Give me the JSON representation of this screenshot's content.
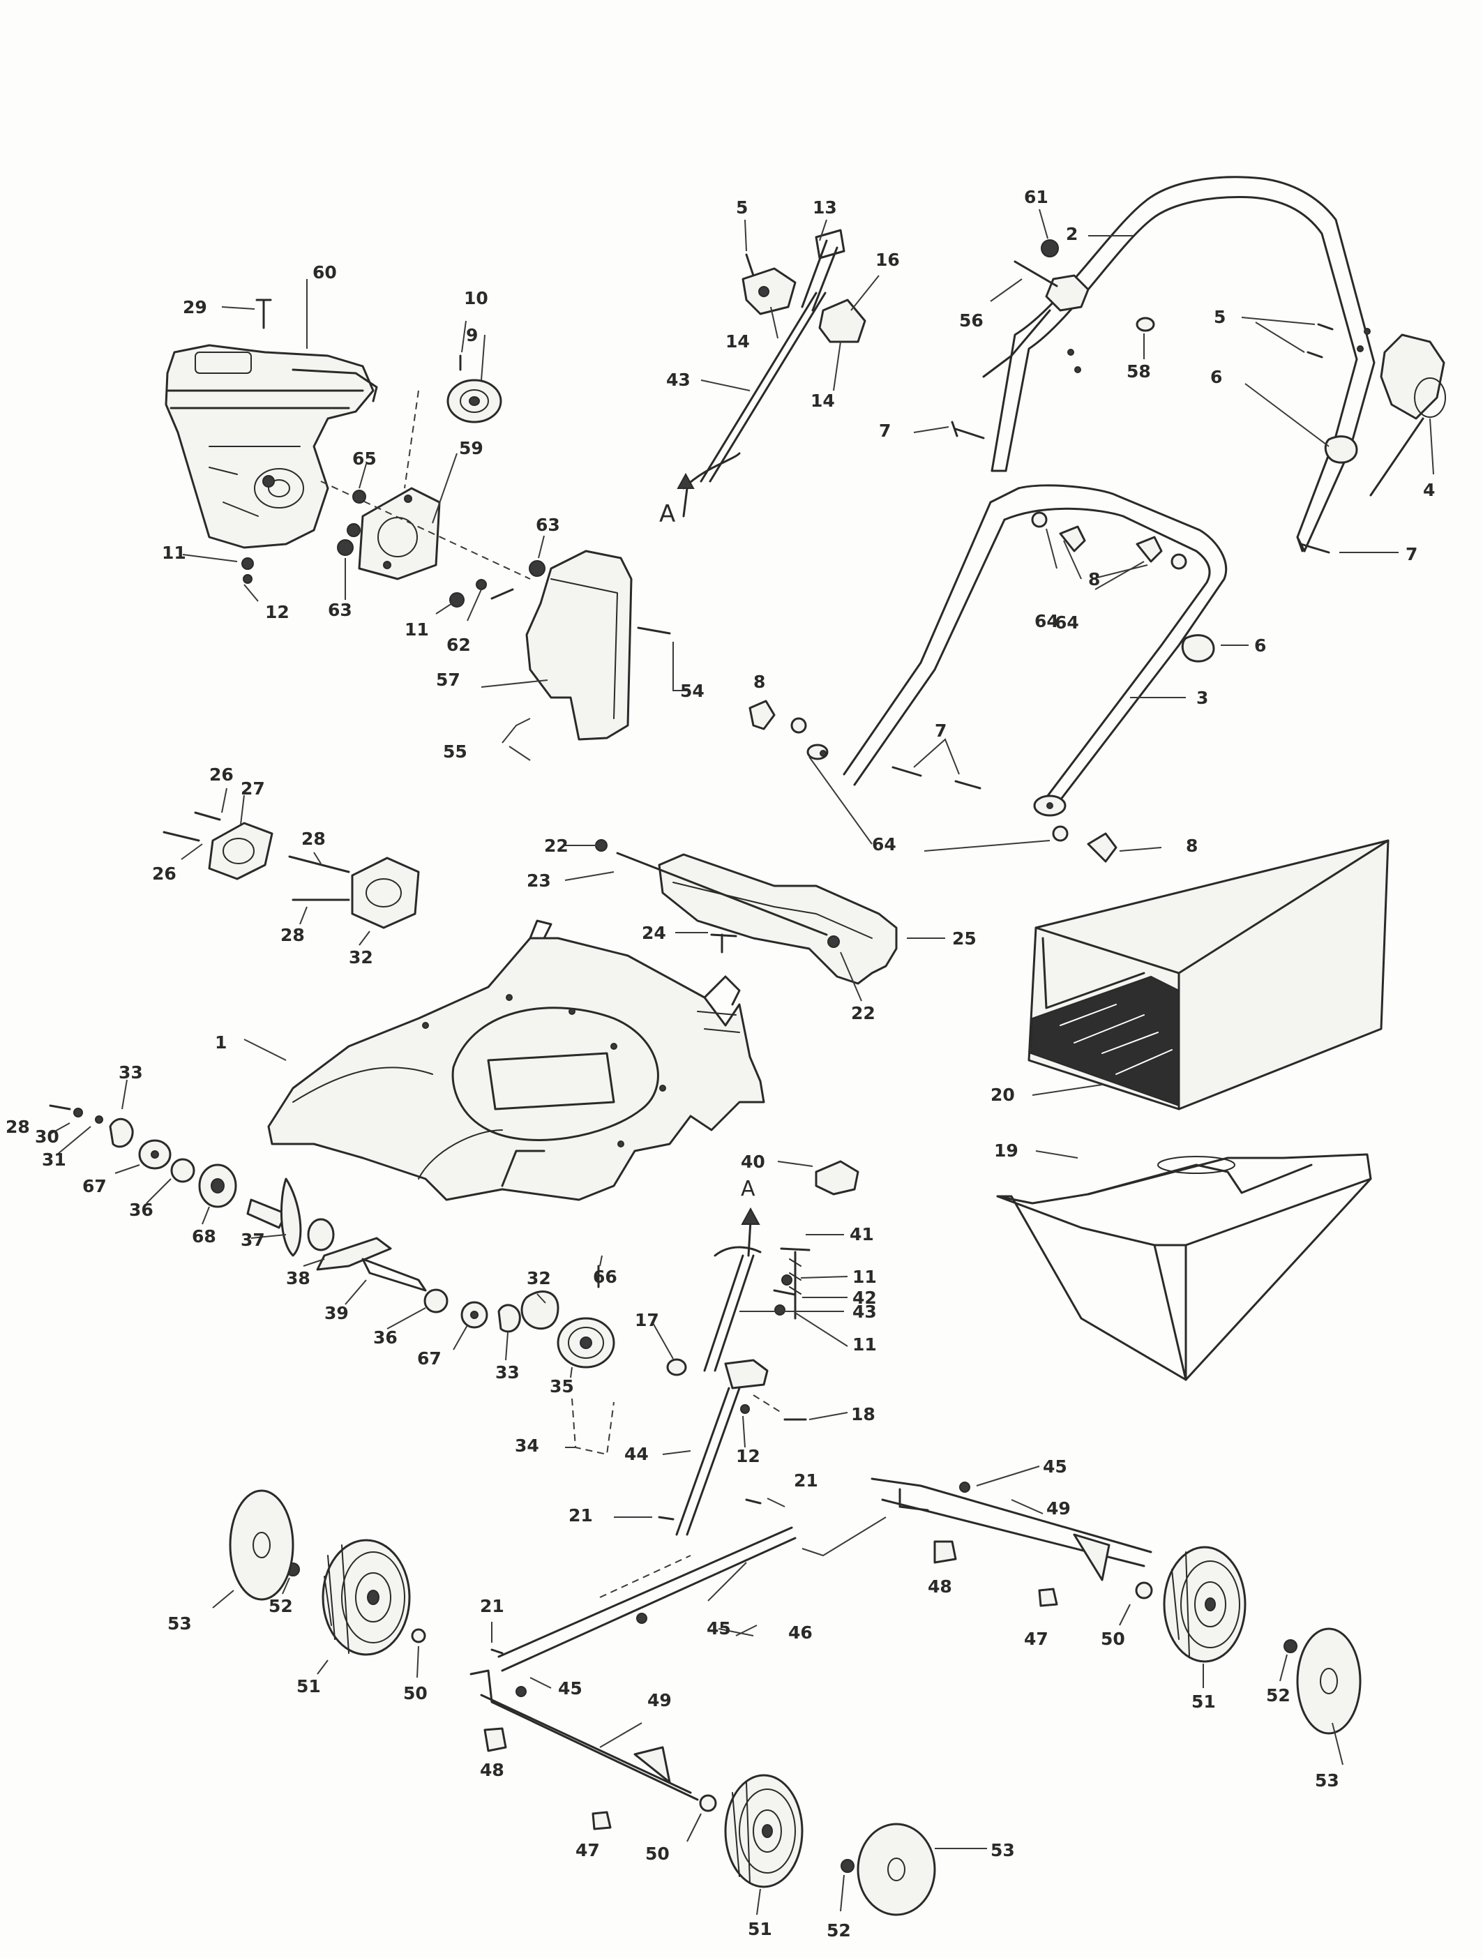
{
  "callouts": [
    {
      "id": "c01",
      "text": "1"
    },
    {
      "id": "c02",
      "text": "2"
    },
    {
      "id": "c03",
      "text": "3"
    },
    {
      "id": "c04",
      "text": "4"
    },
    {
      "id": "c05a",
      "text": "5"
    },
    {
      "id": "c05b",
      "text": "5"
    },
    {
      "id": "c06a",
      "text": "6"
    },
    {
      "id": "c06b",
      "text": "6"
    },
    {
      "id": "c07a",
      "text": "7"
    },
    {
      "id": "c07b",
      "text": "7"
    },
    {
      "id": "c07c",
      "text": "7"
    },
    {
      "id": "c08a",
      "text": "8"
    },
    {
      "id": "c08b",
      "text": "8"
    },
    {
      "id": "c08c",
      "text": "8"
    },
    {
      "id": "c09",
      "text": "9"
    },
    {
      "id": "c10",
      "text": "10"
    },
    {
      "id": "c11a",
      "text": "11"
    },
    {
      "id": "c11b",
      "text": "11"
    },
    {
      "id": "c11c",
      "text": "11"
    },
    {
      "id": "c11d",
      "text": "11"
    },
    {
      "id": "c12a",
      "text": "12"
    },
    {
      "id": "c12b",
      "text": "12"
    },
    {
      "id": "c13",
      "text": "13"
    },
    {
      "id": "c14a",
      "text": "14"
    },
    {
      "id": "c14b",
      "text": "14"
    },
    {
      "id": "c16",
      "text": "16"
    },
    {
      "id": "c17",
      "text": "17"
    },
    {
      "id": "c18",
      "text": "18"
    },
    {
      "id": "c19",
      "text": "19"
    },
    {
      "id": "c20",
      "text": "20"
    },
    {
      "id": "c21a",
      "text": "21"
    },
    {
      "id": "c21b",
      "text": "21"
    },
    {
      "id": "c21c",
      "text": "21"
    },
    {
      "id": "c22a",
      "text": "22"
    },
    {
      "id": "c22b",
      "text": "22"
    },
    {
      "id": "c23",
      "text": "23"
    },
    {
      "id": "c24",
      "text": "24"
    },
    {
      "id": "c25",
      "text": "25"
    },
    {
      "id": "c26a",
      "text": "26"
    },
    {
      "id": "c26b",
      "text": "26"
    },
    {
      "id": "c27",
      "text": "27"
    },
    {
      "id": "c28a",
      "text": "28"
    },
    {
      "id": "c28b",
      "text": "28"
    },
    {
      "id": "c28c",
      "text": "28"
    },
    {
      "id": "c29",
      "text": "29"
    },
    {
      "id": "c30",
      "text": "30"
    },
    {
      "id": "c31",
      "text": "31"
    },
    {
      "id": "c32a",
      "text": "32"
    },
    {
      "id": "c32b",
      "text": "32"
    },
    {
      "id": "c33a",
      "text": "33"
    },
    {
      "id": "c33b",
      "text": "33"
    },
    {
      "id": "c34",
      "text": "34"
    },
    {
      "id": "c35",
      "text": "35"
    },
    {
      "id": "c36a",
      "text": "36"
    },
    {
      "id": "c36b",
      "text": "36"
    },
    {
      "id": "c37",
      "text": "37"
    },
    {
      "id": "c38",
      "text": "38"
    },
    {
      "id": "c39",
      "text": "39"
    },
    {
      "id": "c40",
      "text": "40"
    },
    {
      "id": "c41",
      "text": "41"
    },
    {
      "id": "c42",
      "text": "42"
    },
    {
      "id": "c43a",
      "text": "43"
    },
    {
      "id": "c43b",
      "text": "43"
    },
    {
      "id": "c44",
      "text": "44"
    },
    {
      "id": "c45a",
      "text": "45"
    },
    {
      "id": "c45b",
      "text": "45"
    },
    {
      "id": "c45c",
      "text": "45"
    },
    {
      "id": "c46",
      "text": "46"
    },
    {
      "id": "c47a",
      "text": "47"
    },
    {
      "id": "c47b",
      "text": "47"
    },
    {
      "id": "c48a",
      "text": "48"
    },
    {
      "id": "c48b",
      "text": "48"
    },
    {
      "id": "c49a",
      "text": "49"
    },
    {
      "id": "c49b",
      "text": "49"
    },
    {
      "id": "c50a",
      "text": "50"
    },
    {
      "id": "c50b",
      "text": "50"
    },
    {
      "id": "c50c",
      "text": "50"
    },
    {
      "id": "c51a",
      "text": "51"
    },
    {
      "id": "c51b",
      "text": "51"
    },
    {
      "id": "c51c",
      "text": "51"
    },
    {
      "id": "c52a",
      "text": "52"
    },
    {
      "id": "c52b",
      "text": "52"
    },
    {
      "id": "c52c",
      "text": "52"
    },
    {
      "id": "c53a",
      "text": "53"
    },
    {
      "id": "c53b",
      "text": "53"
    },
    {
      "id": "c53c",
      "text": "53"
    },
    {
      "id": "c54",
      "text": "54"
    },
    {
      "id": "c55",
      "text": "55"
    },
    {
      "id": "c56",
      "text": "56"
    },
    {
      "id": "c57",
      "text": "57"
    },
    {
      "id": "c58",
      "text": "58"
    },
    {
      "id": "c59",
      "text": "59"
    },
    {
      "id": "c60",
      "text": "60"
    },
    {
      "id": "c61",
      "text": "61"
    },
    {
      "id": "c62",
      "text": "62"
    },
    {
      "id": "c63a",
      "text": "63"
    },
    {
      "id": "c63b",
      "text": "63"
    },
    {
      "id": "c64a",
      "text": "64"
    },
    {
      "id": "c64b",
      "text": "64"
    },
    {
      "id": "c64c",
      "text": "64"
    },
    {
      "id": "c65",
      "text": "65"
    },
    {
      "id": "c66",
      "text": "66"
    },
    {
      "id": "c67a",
      "text": "67"
    },
    {
      "id": "c67b",
      "text": "67"
    },
    {
      "id": "c68",
      "text": "68"
    }
  ],
  "connection_marks": [
    {
      "id": "markA1",
      "text": "A"
    },
    {
      "id": "markA2",
      "text": "A"
    }
  ]
}
